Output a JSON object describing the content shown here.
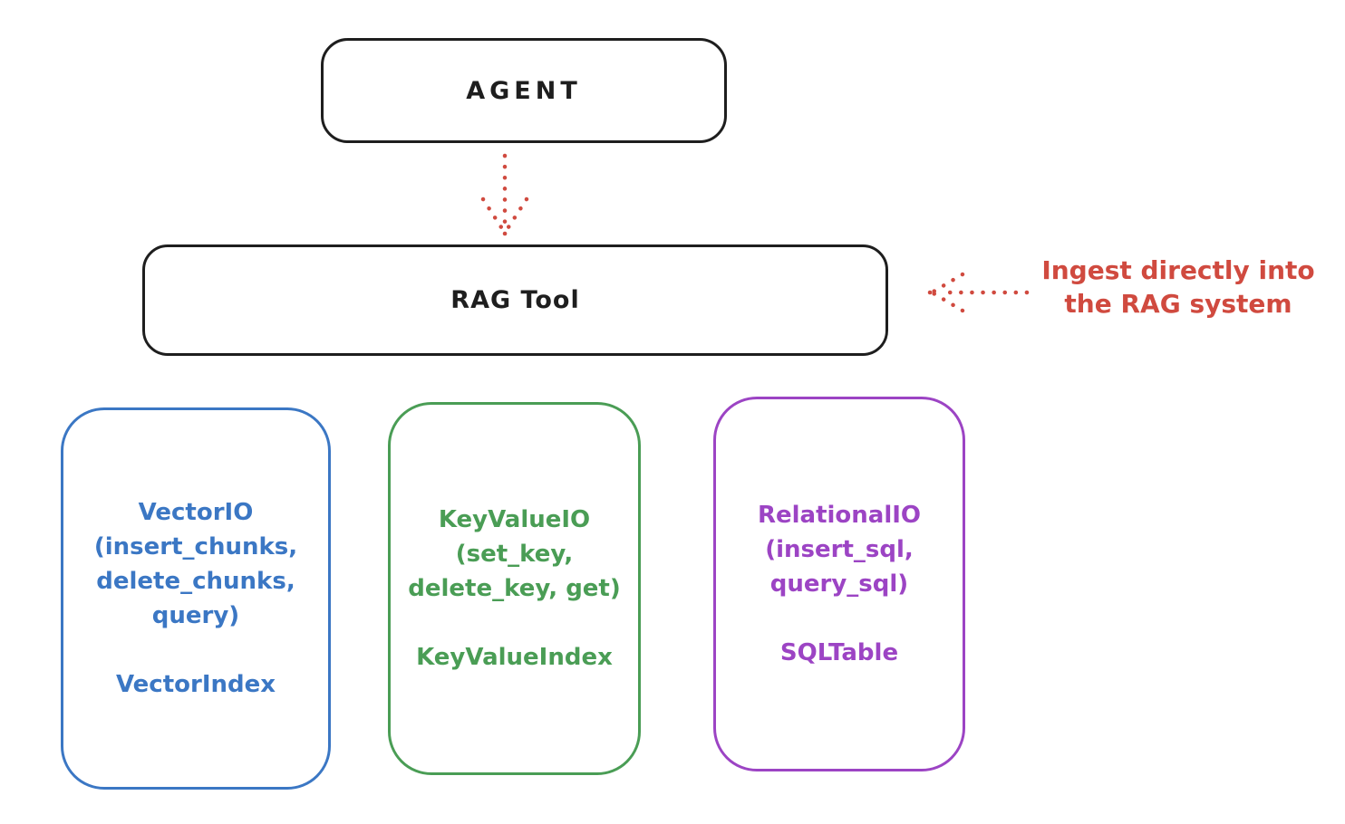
{
  "colors": {
    "background": "#ffffff",
    "ink": "#1e1e1e",
    "red": "#d04a3f",
    "blue": "#3b77c4",
    "green": "#4a9d55",
    "purple": "#9c44c4"
  },
  "nodes": {
    "agent": {
      "label": "AGENT"
    },
    "rag_tool": {
      "label": "RAG Tool"
    },
    "vector_io": {
      "lines": [
        "VectorIO",
        "(insert_chunks,",
        "delete_chunks,",
        "query)",
        "",
        "VectorIndex"
      ],
      "color": "#3b77c4"
    },
    "key_value_io": {
      "lines": [
        "KeyValueIO",
        "(set_key,",
        "delete_key, get)",
        "",
        "KeyValueIndex"
      ],
      "color": "#4a9d55"
    },
    "relational_io": {
      "lines": [
        "RelationalIO",
        "(insert_sql,",
        "query_sql)",
        "",
        "SQLTable"
      ],
      "color": "#9c44c4"
    }
  },
  "annotation": {
    "lines": [
      "Ingest directly into",
      "the RAG system"
    ],
    "color": "#d04a3f"
  },
  "arrows": {
    "agent_to_rag_tool": "dotted-down-arrow",
    "annotation_to_rag_tool": "dotted-left-arrow"
  }
}
